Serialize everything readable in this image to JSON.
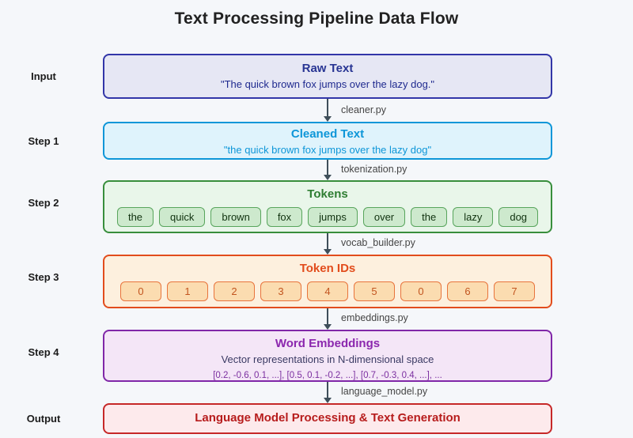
{
  "title": "Text Processing Pipeline Data Flow",
  "pipeline": {
    "stages": [
      {
        "label": "Input",
        "title": "Raw Text",
        "subtitle": "\"The quick brown fox jumps over the lazy dog.\""
      },
      {
        "label": "Step 1",
        "title": "Cleaned Text",
        "subtitle": "\"the quick brown fox jumps over the lazy dog\""
      },
      {
        "label": "Step 2",
        "title": "Tokens",
        "chips": [
          "the",
          "quick",
          "brown",
          "fox",
          "jumps",
          "over",
          "the",
          "lazy",
          "dog"
        ]
      },
      {
        "label": "Step 3",
        "title": "Token IDs",
        "chips": [
          "0",
          "1",
          "2",
          "3",
          "4",
          "5",
          "0",
          "6",
          "7"
        ]
      },
      {
        "label": "Step 4",
        "title": "Word Embeddings",
        "subtitle": "Vector representations in N-dimensional space",
        "detail": "[0.2, -0.6, 0.1, ...], [0.5, 0.1, -0.2, ...], [0.7, -0.3, 0.4, ...], ..."
      },
      {
        "label": "Output",
        "title": "Language Model Processing & Text Generation"
      }
    ],
    "connectors": [
      "cleaner.py",
      "tokenization.py",
      "vocab_builder.py",
      "embeddings.py",
      "language_model.py"
    ]
  },
  "colors": {
    "background": "#f5f7fa",
    "raw_text": {
      "border": "#3236a8",
      "fill": "#e6e7f4",
      "text": "#283593"
    },
    "cleaned_text": {
      "border": "#0d96d8",
      "fill": "#dff3fc",
      "text": "#0d96d8"
    },
    "tokens": {
      "border": "#388e3c",
      "fill": "#e9f6ea",
      "text": "#2e7d32",
      "chip_fill": "#cde9cd",
      "chip_border": "#58a55c"
    },
    "token_ids": {
      "border": "#e24c1c",
      "fill": "#fdf0de",
      "text": "#e24c1c",
      "chip_fill": "#fbdcb0",
      "chip_border": "#e8743c"
    },
    "word_embeddings": {
      "border": "#8027a8",
      "fill": "#f4e6f7",
      "text": "#8b27ae"
    },
    "output": {
      "border": "#c62828",
      "fill": "#fdeaec",
      "text": "#b71c1c"
    },
    "connector_line": "#3f4f5a"
  }
}
